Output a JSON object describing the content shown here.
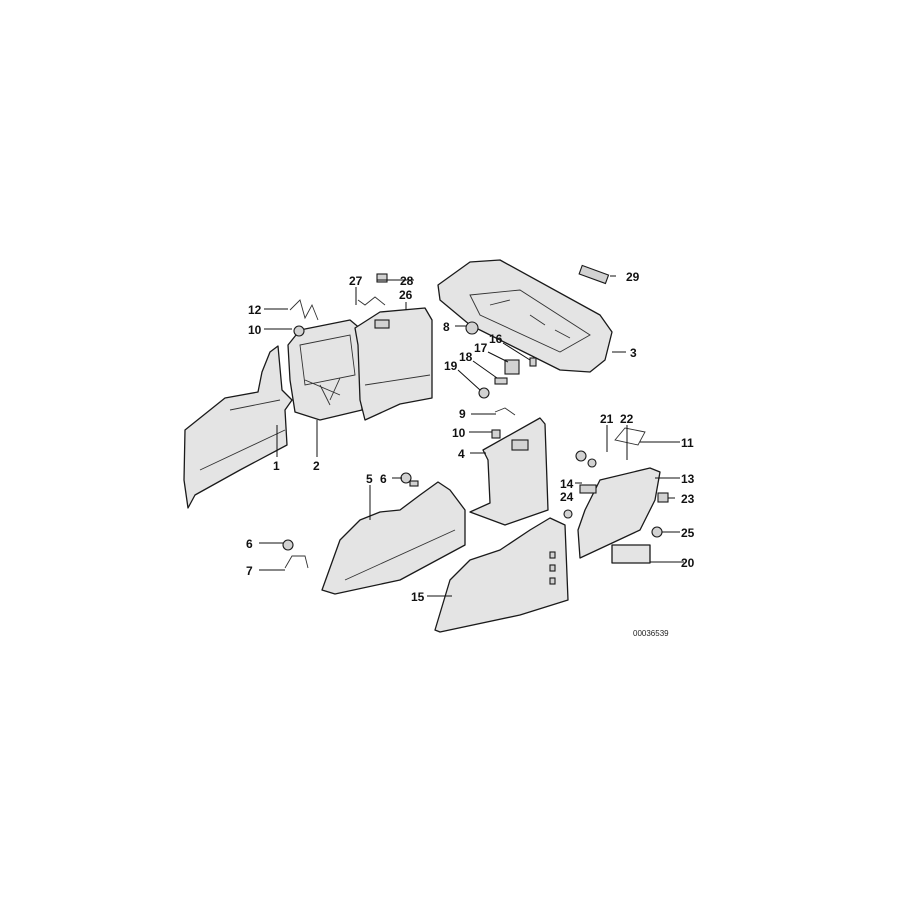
{
  "diagram": {
    "callouts": {
      "c1": "1",
      "c2": "2",
      "c3": "3",
      "c4": "4",
      "c5": "5",
      "c6a": "6",
      "c6b": "6",
      "c7": "7",
      "c8": "8",
      "c9": "9",
      "c10a": "10",
      "c10b": "10",
      "c11": "11",
      "c12": "12",
      "c13": "13",
      "c14": "14",
      "c15": "15",
      "c16": "16",
      "c17": "17",
      "c18": "18",
      "c19": "19",
      "c20": "20",
      "c21": "21",
      "c22": "22",
      "c23": "23",
      "c24": "24",
      "c25": "25",
      "c26": "26",
      "c27": "27",
      "c28": "28",
      "c29": "29"
    },
    "reference_number": "00036539"
  }
}
